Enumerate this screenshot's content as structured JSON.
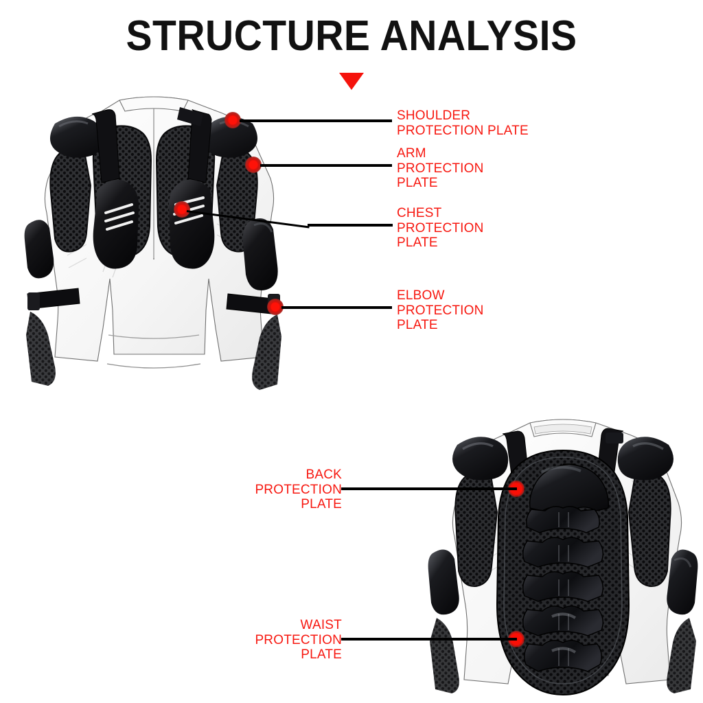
{
  "page": {
    "title": "STRUCTURE ANALYSIS",
    "background_color": "#ffffff",
    "title_color": "#111111",
    "label_color": "#f7170f",
    "leader_color": "#000000",
    "marker_color": "#ff1208"
  },
  "header": {
    "heading": "STRUCTURE ANALYSIS",
    "arrow_icon": "triangle-down-icon"
  },
  "front_view": {
    "alt": "motorcycle body armor jacket front view",
    "callouts": [
      {
        "id": "shoulder",
        "lines": [
          "SHOULDER",
          "PROTECTION PLATE"
        ],
        "text": "SHOULDER\nPROTECTION PLATE"
      },
      {
        "id": "arm",
        "lines": [
          "ARM",
          "PROTECTION",
          "PLATE"
        ],
        "text": "ARM\nPROTECTION\nPLATE"
      },
      {
        "id": "chest",
        "lines": [
          "CHEST",
          "PROTECTION",
          "PLATE"
        ],
        "text": "CHEST\nPROTECTION\nPLATE"
      },
      {
        "id": "elbow",
        "lines": [
          "ELBOW",
          "PROTECTION",
          "PLATE"
        ],
        "text": "ELBOW\nPROTECTION\nPLATE"
      }
    ]
  },
  "back_view": {
    "alt": "motorcycle body armor jacket back view",
    "callouts": [
      {
        "id": "back",
        "lines": [
          "BACK",
          "PROTECTION",
          "PLATE"
        ],
        "text": "BACK\nPROTECTION\nPLATE"
      },
      {
        "id": "waist",
        "lines": [
          "WAIST",
          "PROTECTION",
          "PLATE"
        ],
        "text": "WAIST\nPROTECTION\nPLATE"
      }
    ]
  }
}
